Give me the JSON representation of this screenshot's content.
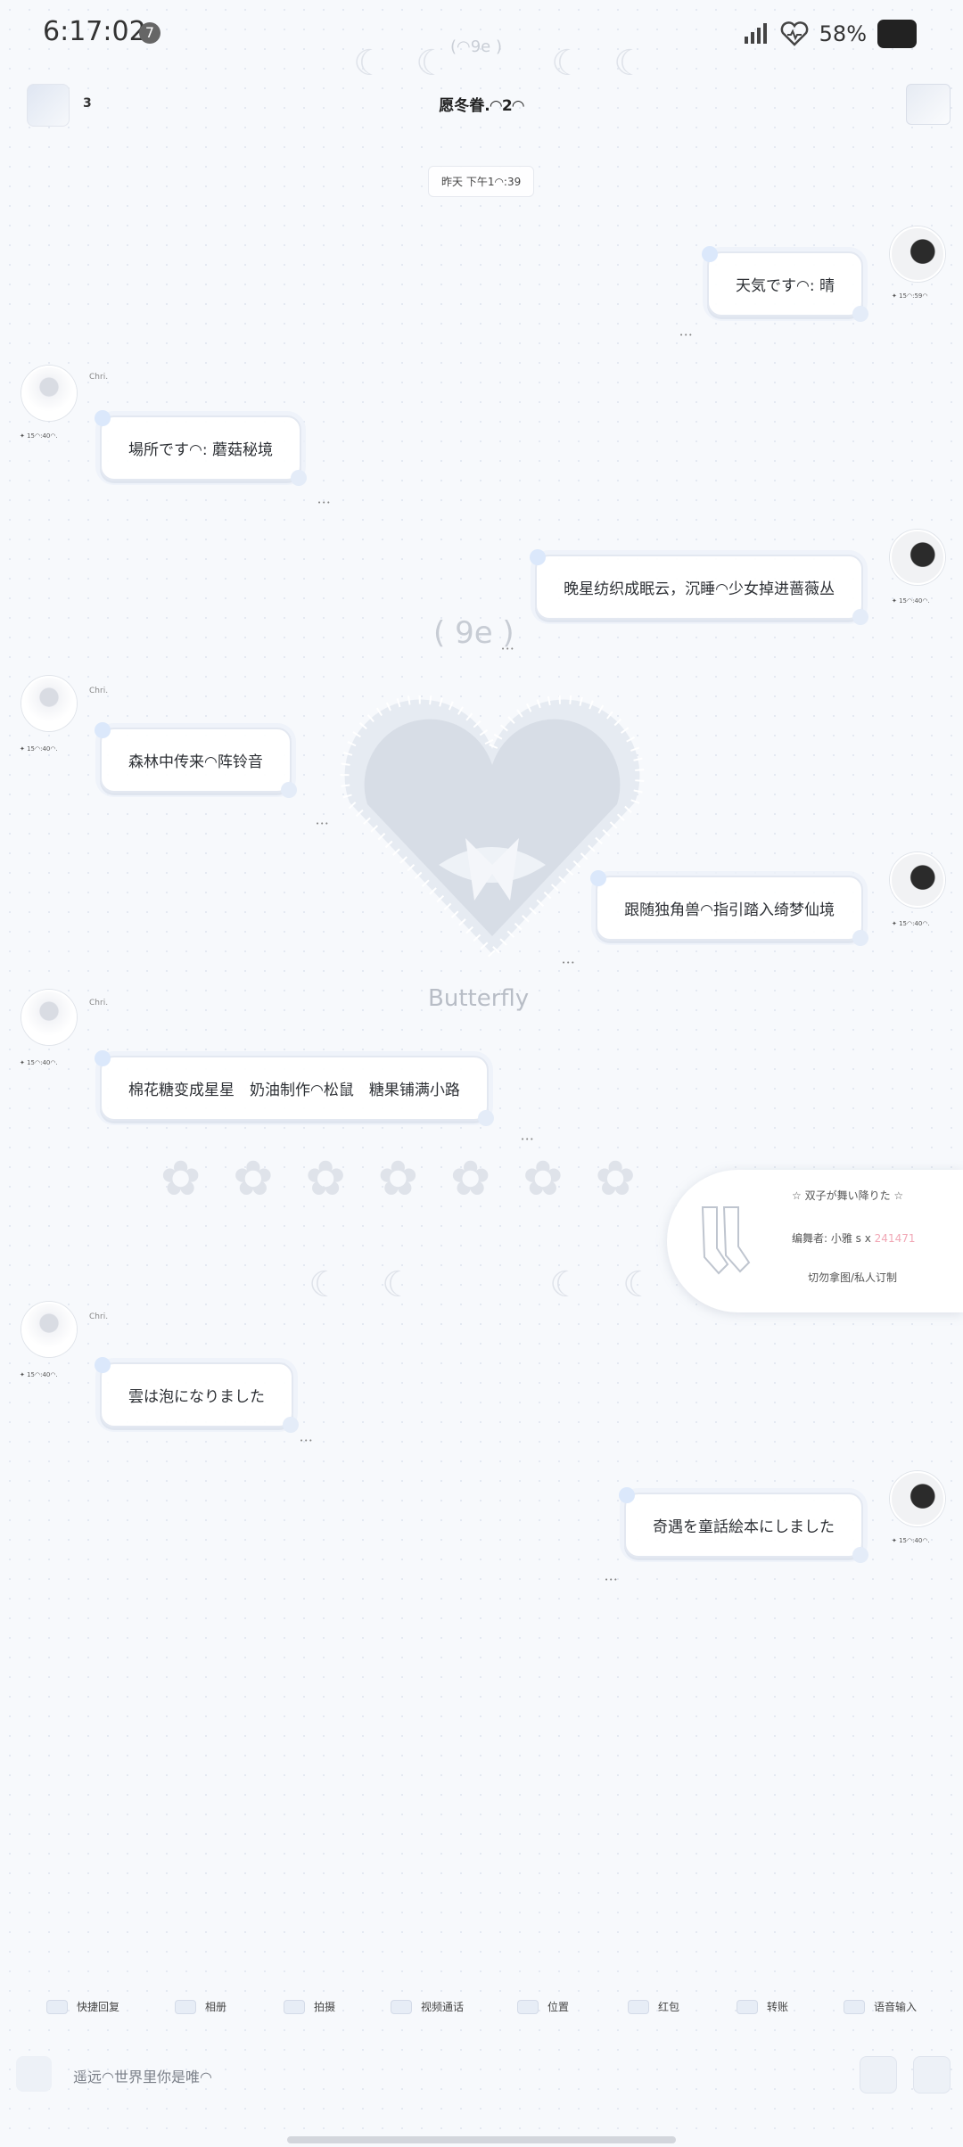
{
  "status_bar": {
    "time": "6:17:02",
    "notification_count": "7",
    "battery": "58%"
  },
  "header": {
    "back_count": "3",
    "title": "愿冬眷.◠2◠",
    "deco_label": "(◠9e )"
  },
  "chat": {
    "timestamp": "昨天 下午1◠:39",
    "messages": [
      {
        "side": "right",
        "text": "天気です◠: 晴",
        "caption": "✦ 15◠:59◠",
        "receipt": "•••"
      },
      {
        "side": "left",
        "name": "Chri.",
        "text": "場所です◠: 蘑菇秘境",
        "caption": "✦ 15◠:40◠.",
        "receipt": "•••"
      },
      {
        "side": "right",
        "text": "晚星纺织成眠云，沉睡◠少女掉进蔷薇丛",
        "caption": "✦ 15◠:40◠.",
        "receipt": "•••"
      },
      {
        "side": "left",
        "name": "Chri.",
        "text": "森林中传来◠阵铃音",
        "caption": "✦ 15◠:40◠.",
        "receipt": "•••"
      },
      {
        "side": "right",
        "text": "跟随独角兽◠指引踏入绮梦仙境",
        "caption": "✦ 15◠:40◠.",
        "receipt": "•••"
      },
      {
        "side": "left",
        "name": "Chri.",
        "text": "棉花糖变成星星　奶油制作◠松鼠　糖果铺满小路",
        "caption": "✦ 15◠:40◠.",
        "receipt": "•••"
      },
      {
        "side": "left",
        "name": "Chri.",
        "text": "雲は泡になりました",
        "caption": "✦ 15◠:40◠.",
        "receipt": "•••"
      },
      {
        "side": "right",
        "text": "奇遇を童話絵本にしました",
        "caption": "✦ 15◠:40◠.",
        "receipt": "•••"
      }
    ]
  },
  "background": {
    "butterfly_text": "Butterfly",
    "center_label": "( 9e )"
  },
  "float_card": {
    "title": "☆ 双子が舞い降りた ☆",
    "author_label": "编舞者: 小雅 s x",
    "author_id": "241471",
    "note": "切勿拿图/私人订制"
  },
  "toolbar": {
    "items": [
      "快捷回复",
      "相册",
      "拍摄",
      "视频通话",
      "位置",
      "红包",
      "转账",
      "语音输入"
    ]
  },
  "input": {
    "placeholder": "遥远◠世界里你是唯◠"
  }
}
